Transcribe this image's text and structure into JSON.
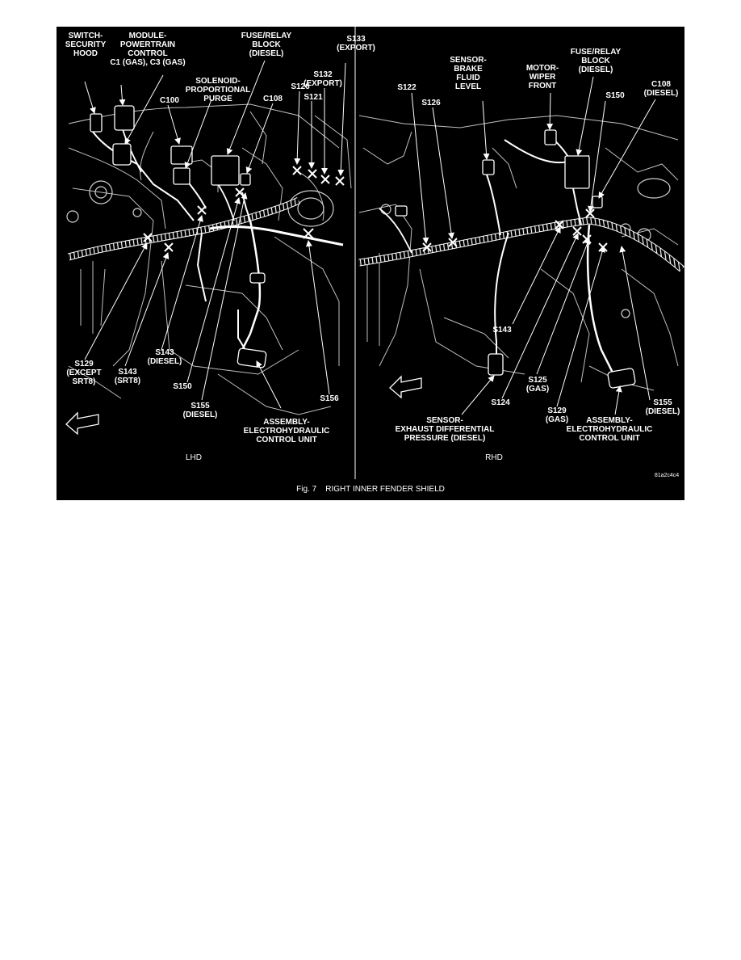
{
  "figure": {
    "caption": "Fig. 7    RIGHT INNER FENDER SHIELD",
    "image_id": "81a2c4c4",
    "fwd": "FWD",
    "lhd": {
      "title": "LHD",
      "labels": {
        "switch_hood": "SWITCH-\nSECURITY\nHOOD",
        "module_pcm": "MODULE-\nPOWERTRAIN\nCONTROL\nC1 (GAS), C3 (GAS)",
        "c100": "C100",
        "solenoid": "SOLENOID-\nPROPORTIONAL\nPURGE",
        "fuse_relay": "FUSE/RELAY\nBLOCK\n(DIESEL)",
        "c108": "C108",
        "s126": "S126",
        "s121": "S121",
        "s132": "S132\n(EXPORT)",
        "s133": "S133\n(EXPORT)",
        "s129": "S129\n(EXCEPT\nSRT8)",
        "s143_srt8": "S143\n(SRT8)",
        "s143_diesel": "S143\n(DIESEL)",
        "s150": "S150",
        "s155": "S155\n(DIESEL)",
        "ehcu": "ASSEMBLY-\nELECTROHYDRAULIC\nCONTROL UNIT",
        "s156": "S156"
      }
    },
    "rhd": {
      "title": "RHD",
      "labels": {
        "sensor_brake": "SENSOR-\nBRAKE\nFLUID\nLEVEL",
        "motor_wiper": "MOTOR-\nWIPER\nFRONT",
        "fuse_relay": "FUSE/RELAY\nBLOCK\n(DIESEL)",
        "c108": "C108\n(DIESEL)",
        "s122": "S122",
        "s126": "S126",
        "s150": "S150",
        "s143": "S143",
        "s124": "S124",
        "s125": "S125\n(GAS)",
        "s129": "S129\n(GAS)",
        "s155": "S155\n(DIESEL)",
        "sensor_exhaust": "SENSOR-\nEXHAUST DIFFERENTIAL\nPRESSURE (DIESEL)",
        "ehcu": "ASSEMBLY-\nELECTROHYDRAULIC\nCONTROL UNIT"
      }
    },
    "colors": {
      "background": "#000000",
      "ink": "#ffffff",
      "line": "#cfcfcf"
    }
  }
}
